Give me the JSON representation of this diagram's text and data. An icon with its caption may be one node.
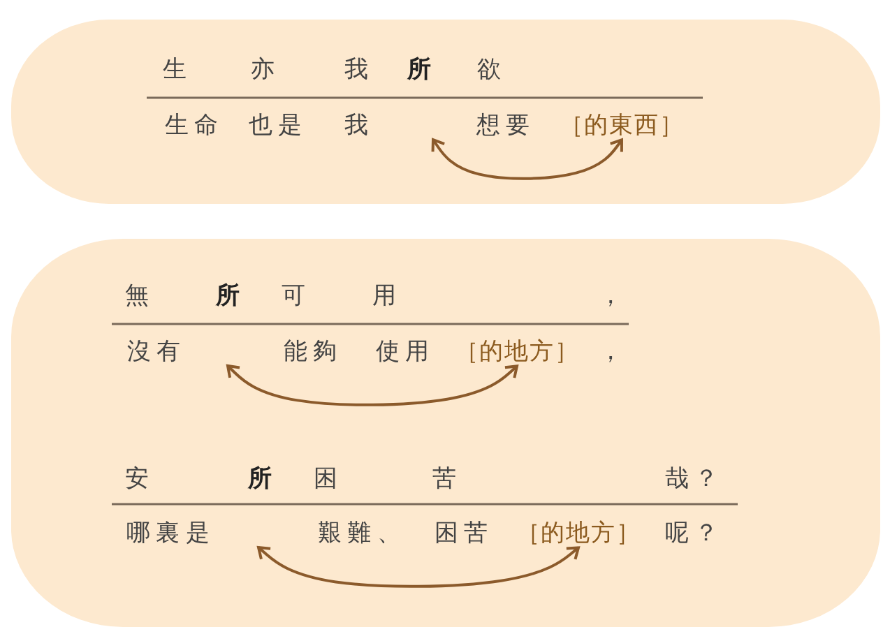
{
  "diagram": {
    "nodes": [
      {
        "text": [],
        "shape": "band"
      },
      {
        "text": [
          "［的東西］"
        ],
        "in": 0
      },
      {
        "text": [],
        "shape": "band"
      },
      {
        "text": [
          "［的地方］"
        ],
        "in": 2
      },
      {
        "text": [
          "［的地方］"
        ],
        "in": 2
      }
    ],
    "edges": [
      {
        "from": null,
        "to": 1,
        "arrow": "both"
      },
      {
        "from": null,
        "to": 3,
        "arrow": "both"
      },
      {
        "from": null,
        "to": 4,
        "arrow": "both"
      }
    ],
    "labels": [
      "生",
      "亦",
      "我",
      "所",
      "欲",
      "生命",
      "也是",
      "我",
      "想要",
      "無",
      "所",
      "可",
      "用",
      "，",
      "沒有",
      "能夠",
      "使用",
      "，",
      "安",
      "所",
      "困",
      "苦",
      "哉？",
      "哪裏是",
      "艱難、",
      "困苦",
      "呢？"
    ]
  }
}
